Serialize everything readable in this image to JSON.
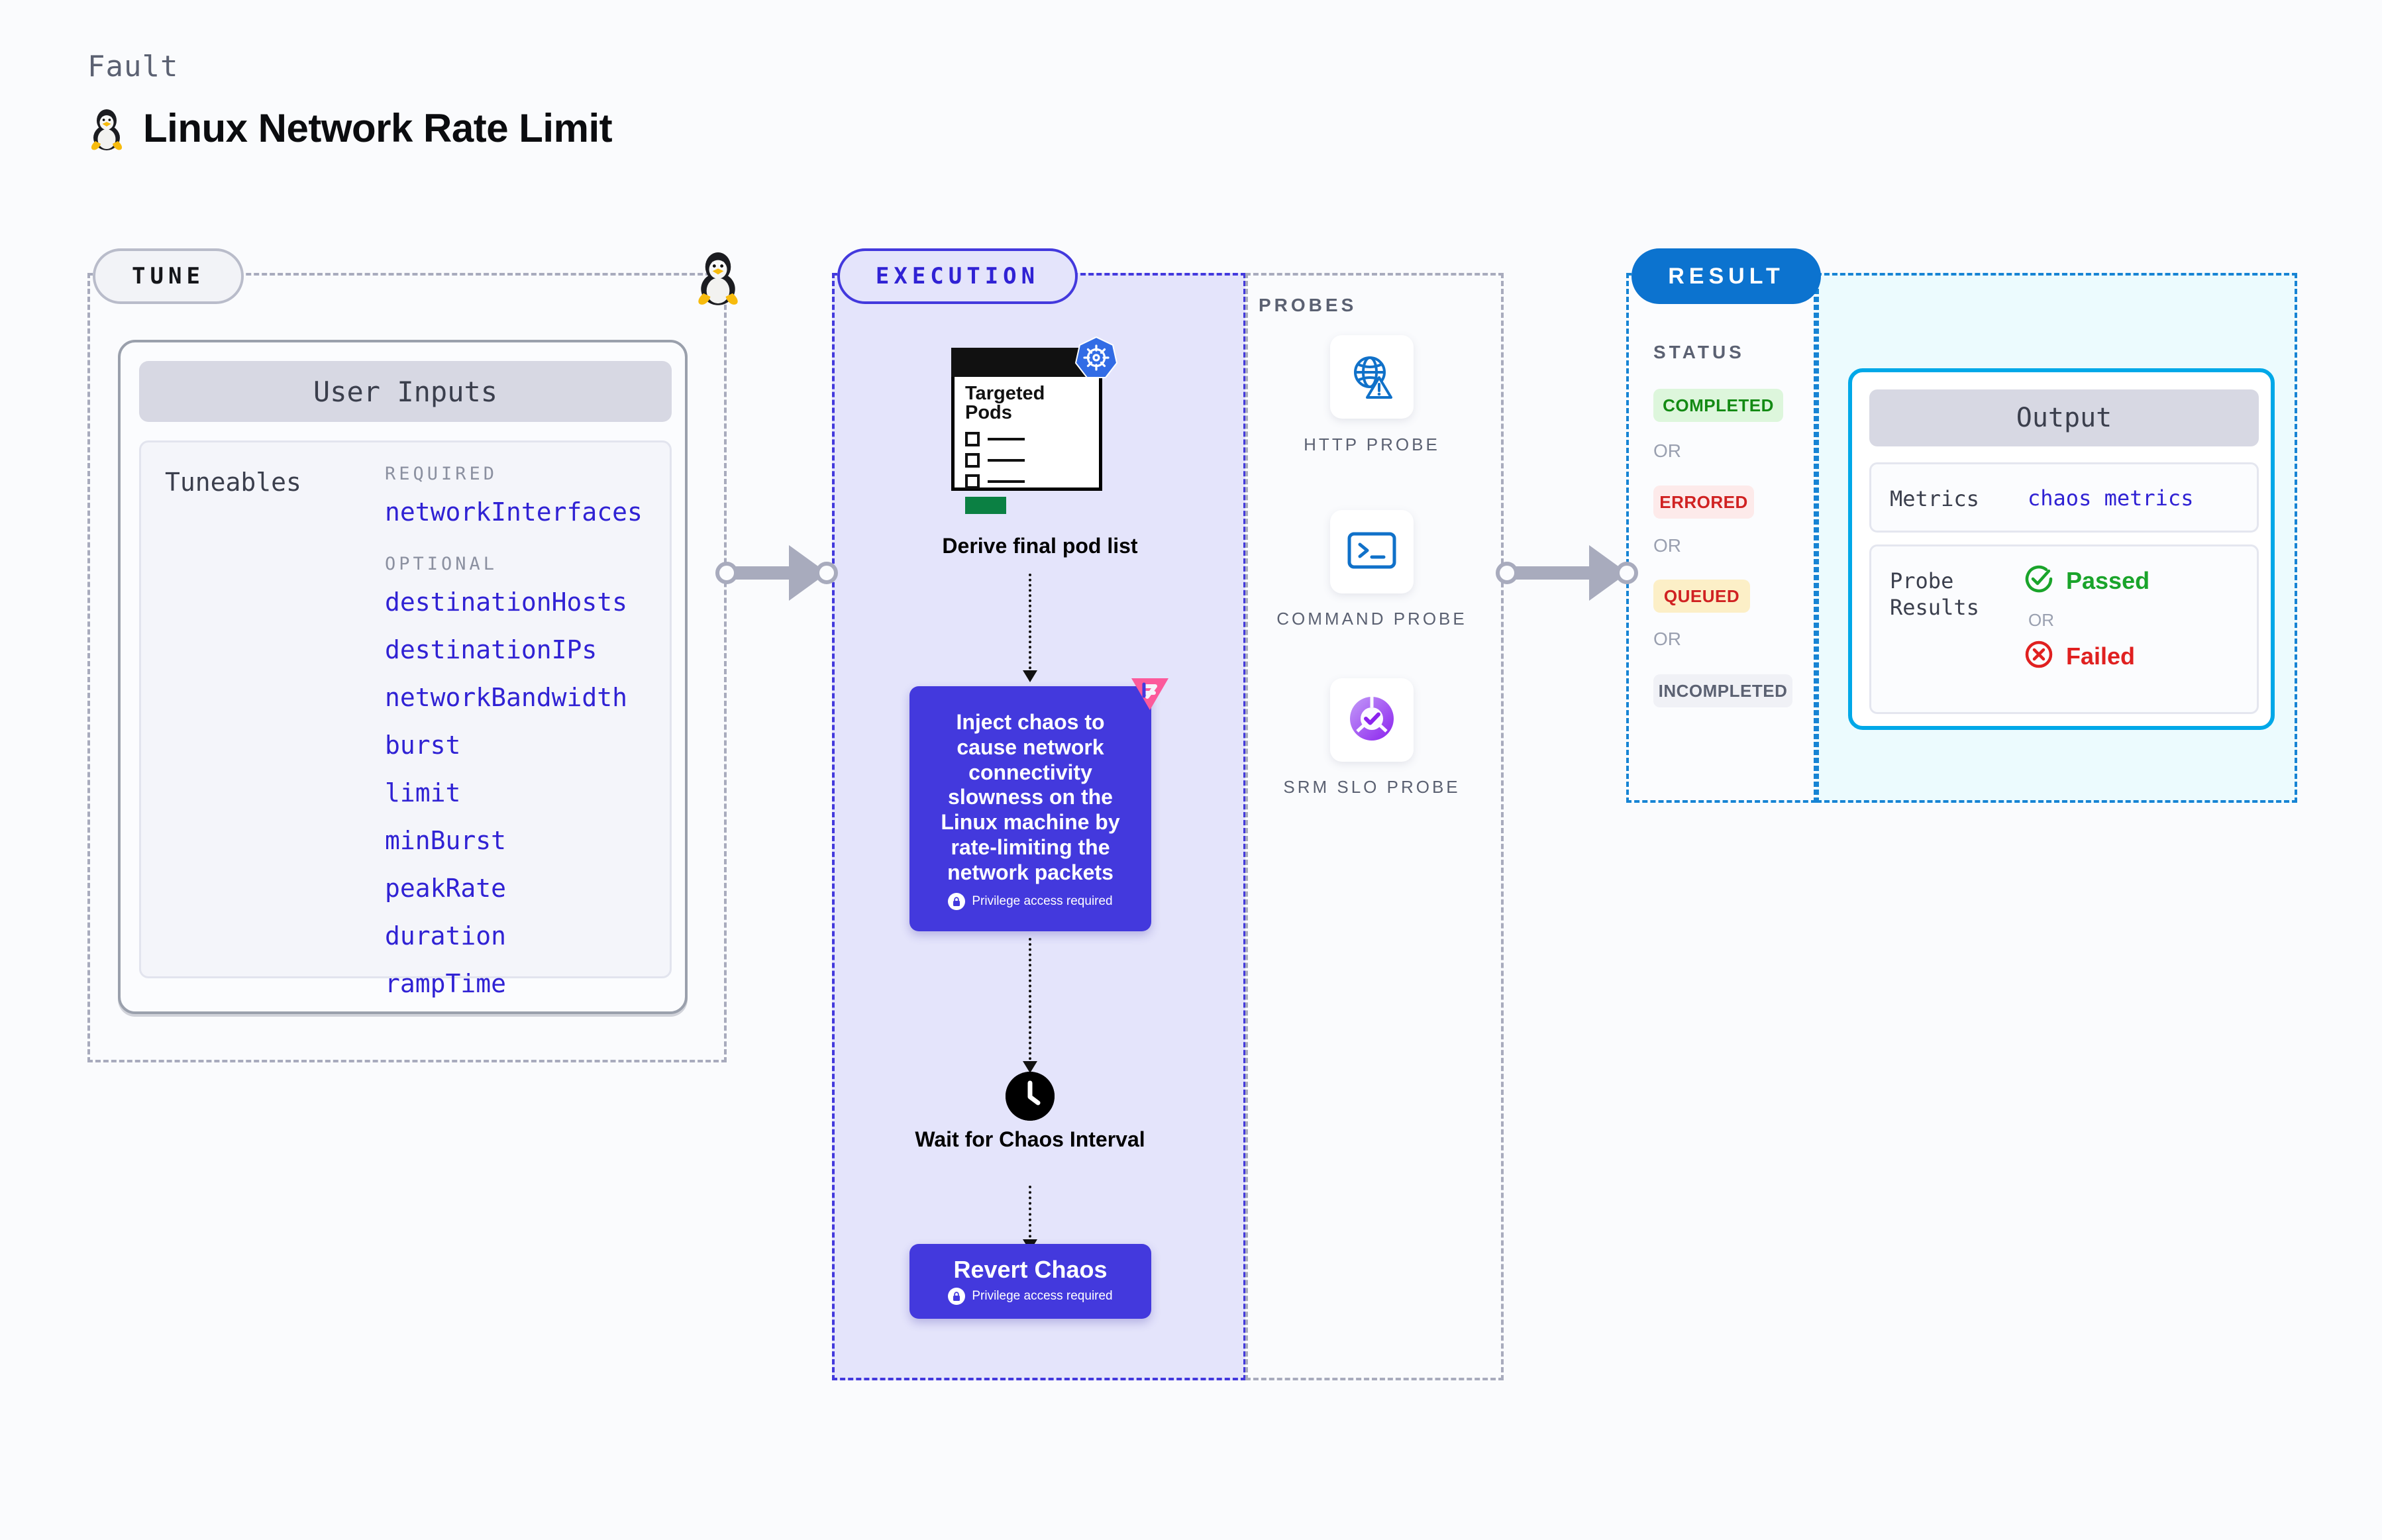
{
  "header": {
    "eyebrow": "Fault",
    "title": "Linux Network Rate Limit",
    "icon": "tux-penguin-icon"
  },
  "tune": {
    "badge": "TUNE",
    "icon": "tux-penguin-icon",
    "card_title": "User Inputs",
    "tuneables_label": "Tuneables",
    "groups": [
      {
        "label": "REQUIRED",
        "items": [
          "networkInterfaces"
        ]
      },
      {
        "label": "OPTIONAL",
        "items": [
          "destinationHosts",
          "destinationIPs",
          "networkBandwidth",
          "burst",
          "limit",
          "minBurst",
          "peakRate",
          "duration",
          "rampTime"
        ]
      }
    ]
  },
  "execution": {
    "badge": "EXECUTION",
    "steps": {
      "pods_card_title": "Targeted\nPods",
      "pods_card_title_line1": "Targeted",
      "pods_card_title_line2": "Pods",
      "pods_icon": "kubernetes-helm-icon",
      "derive_label": "Derive final pod list",
      "inject_text": "Inject chaos to cause network connectivity slowness on the Linux machine by rate-limiting the network packets",
      "inject_badge_icon": "litmuschaos-logo-icon",
      "privilege_note": "Privilege access required",
      "wait_label": "Wait for Chaos Interval",
      "wait_icon": "clock-icon",
      "revert_label": "Revert Chaos",
      "revert_privilege_note": "Privilege access required"
    }
  },
  "probes": {
    "section_label": "PROBES",
    "items": [
      {
        "label": "HTTP PROBE",
        "icon": "globe-warning-icon"
      },
      {
        "label": "COMMAND PROBE",
        "icon": "terminal-icon"
      },
      {
        "label": "SRM SLO PROBE",
        "icon": "slo-donut-check-icon"
      }
    ]
  },
  "result": {
    "badge": "RESULT",
    "status_label": "STATUS",
    "or_label": "OR",
    "statuses": [
      {
        "text": "COMPLETED",
        "color": "#138a13",
        "bg": "#ddf6dc"
      },
      {
        "text": "ERRORED",
        "color": "#d02222",
        "bg": "#fdeaea"
      },
      {
        "text": "QUEUED",
        "color": "#d02222",
        "bg": "#fcefc7"
      },
      {
        "text": "INCOMPLETED",
        "color": "#5b6172",
        "bg": "#f0f1f6"
      }
    ],
    "output": {
      "title": "Output",
      "metrics_key": "Metrics",
      "metrics_value": "chaos metrics",
      "probe_results_key": "Probe Results",
      "probe_results_key_line1": "Probe",
      "probe_results_key_line2": "Results",
      "passed_label": "Passed",
      "failed_label": "Failed",
      "or_label": "OR"
    }
  },
  "colors": {
    "accent_indigo": "#3022d4",
    "chaos_card": "#4339dd",
    "result_blue": "#0c73cf",
    "output_border": "#00a8e8",
    "litmus_pink": "#fc5a9b",
    "kubernetes_blue": "#326ce5",
    "passed_green": "#1aa42b",
    "failed_red": "#e02020"
  }
}
